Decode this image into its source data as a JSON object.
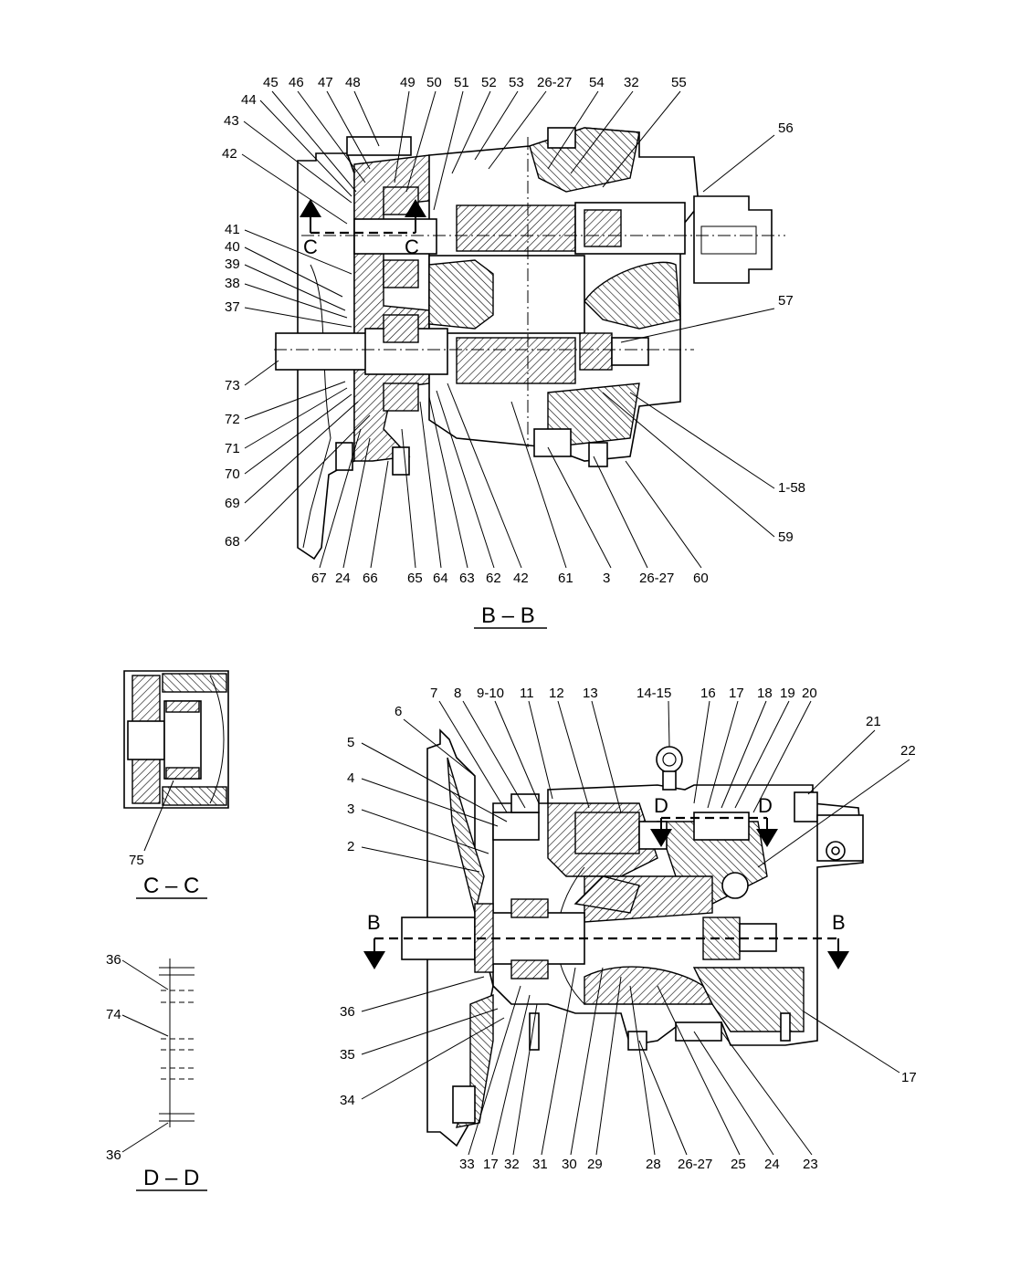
{
  "views": {
    "bb": {
      "title": "B – B",
      "section_marks": [
        "C",
        "C"
      ],
      "callouts_top": [
        "45",
        "46",
        "47",
        "48",
        "49",
        "50",
        "51",
        "52",
        "53",
        "26-27",
        "54",
        "32",
        "55"
      ],
      "callouts_left": [
        "44",
        "43",
        "42",
        "41",
        "40",
        "39",
        "38",
        "37",
        "73",
        "72",
        "71",
        "70",
        "69",
        "68"
      ],
      "callouts_right": [
        "56",
        "57",
        "1-58",
        "59"
      ],
      "callouts_bottom": [
        "67",
        "24",
        "66",
        "65",
        "64",
        "63",
        "62",
        "42",
        "61",
        "3",
        "26-27",
        "60"
      ]
    },
    "cc": {
      "title": "C – C",
      "callouts": [
        "75"
      ]
    },
    "dd": {
      "title": "D – D",
      "callouts": [
        "36",
        "74",
        "36"
      ]
    },
    "main": {
      "section_marks": [
        "B",
        "B",
        "D",
        "D"
      ],
      "callouts_top": [
        "7",
        "8",
        "9-10",
        "11",
        "12",
        "13",
        "14-15",
        "16",
        "17",
        "18",
        "19",
        "20",
        "21",
        "22"
      ],
      "callouts_left": [
        "6",
        "5",
        "4",
        "3",
        "2",
        "36",
        "35",
        "34"
      ],
      "callouts_right": [
        "17"
      ],
      "callouts_bottom": [
        "33",
        "17",
        "32",
        "31",
        "30",
        "29",
        "28",
        "26-27",
        "25",
        "24",
        "23"
      ]
    }
  }
}
